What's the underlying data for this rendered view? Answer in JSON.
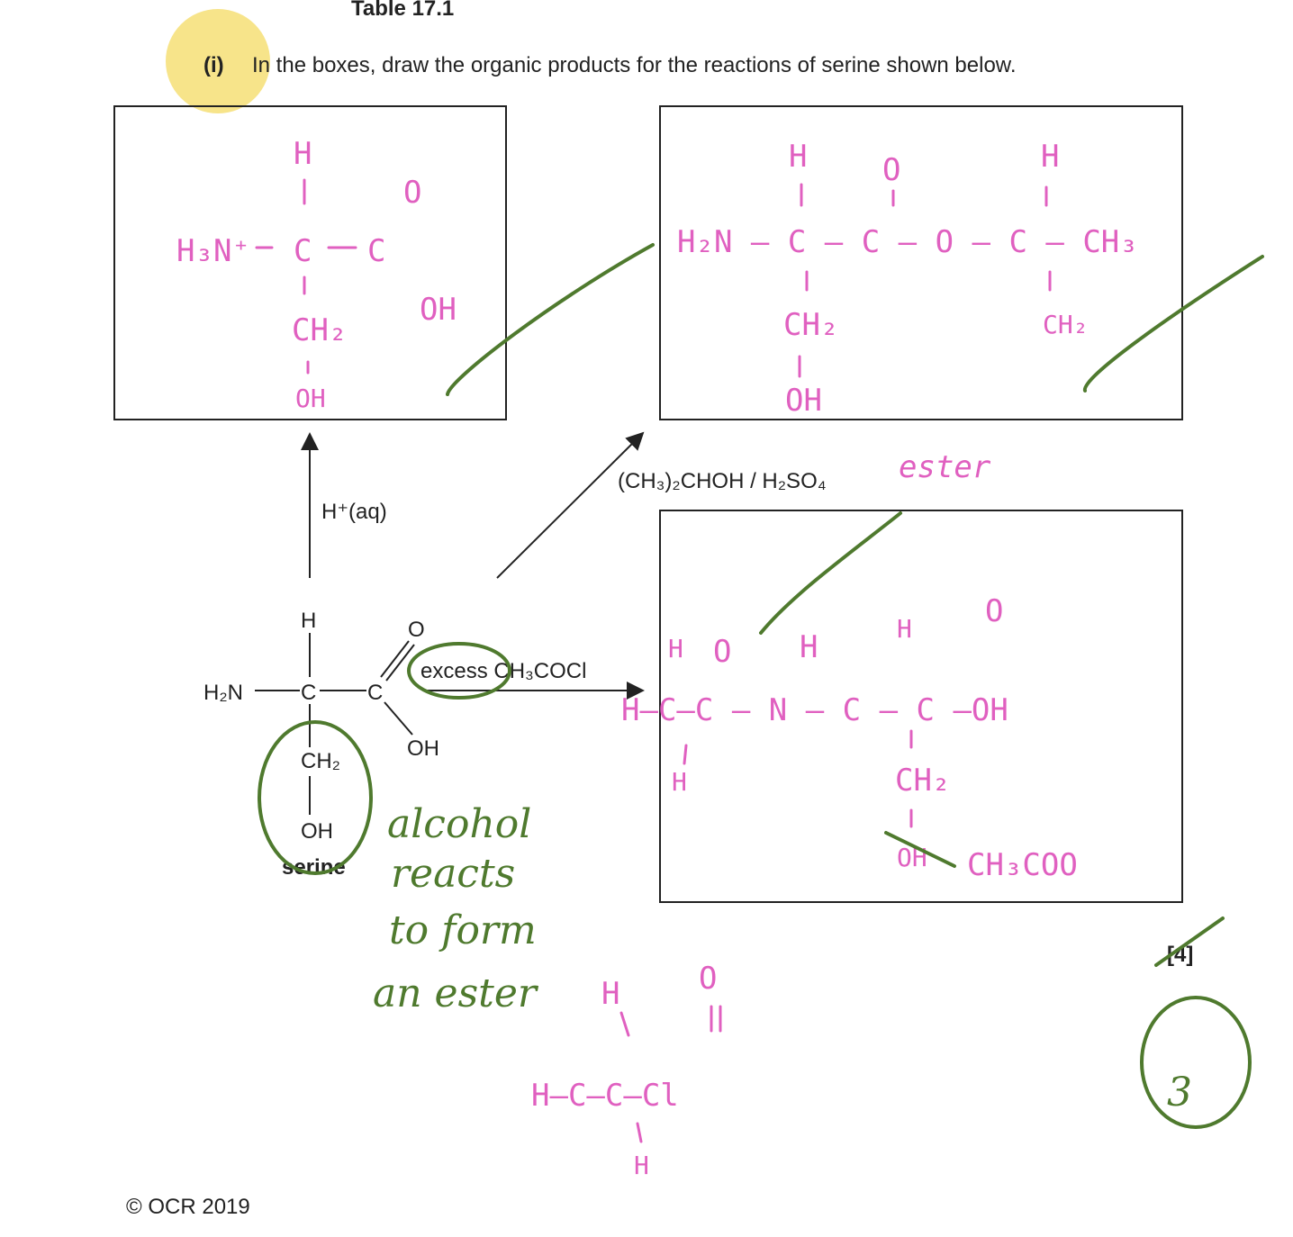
{
  "header": {
    "table_title": "Table 17.1",
    "part_label": "(i)",
    "instruction": "In the boxes, draw the organic products for the reactions of serine shown below."
  },
  "colors": {
    "highlight": "#f7e48a",
    "pink_ink": "#e060c0",
    "green_ink": "#4f7a2e"
  },
  "reagents": {
    "acid": "H⁺(aq)",
    "esterification": "(CH₃)₂CHOH / H₂SO₄",
    "acylation": "excess CH₃COCl"
  },
  "serine": {
    "h": "H",
    "nh2": "H₂N",
    "c1": "C",
    "c2": "C",
    "o": "O",
    "oh": "OH",
    "ch2": "CH₂",
    "oh2": "OH",
    "name": "serine"
  },
  "answers": {
    "box1": {
      "h": "H",
      "nh3": "H₃N⁺",
      "c": "C",
      "c2": "C",
      "o": "O",
      "oh": "OH",
      "ch2": "CH₂",
      "oh2": "OH"
    },
    "box2": {
      "h1": "H",
      "o": "O",
      "h2": "H",
      "chain": "H₂N – C – C – O – C – CH₃",
      "ch2a": "CH₂",
      "oh": "OH",
      "ch2b": "CH₂"
    },
    "box3": {
      "h1": "H",
      "o1": "O",
      "h2": "H",
      "h3": "H",
      "o2": "O",
      "chain": "H–C–C – N – C – C –OH",
      "h4": "H",
      "ch2": "CH₂",
      "oh_crossed": "OH",
      "ester": "CH₃COO"
    },
    "acyl_chloride": {
      "h1": "H",
      "o": "O",
      "chain": "H–C–C–Cl",
      "h2": "H"
    }
  },
  "annotations": {
    "ester_label": "ester",
    "note": [
      "alcohol",
      "reacts",
      "to form",
      "an ester"
    ],
    "score": "3"
  },
  "marks": "[4]",
  "footer": "© OCR 2019"
}
